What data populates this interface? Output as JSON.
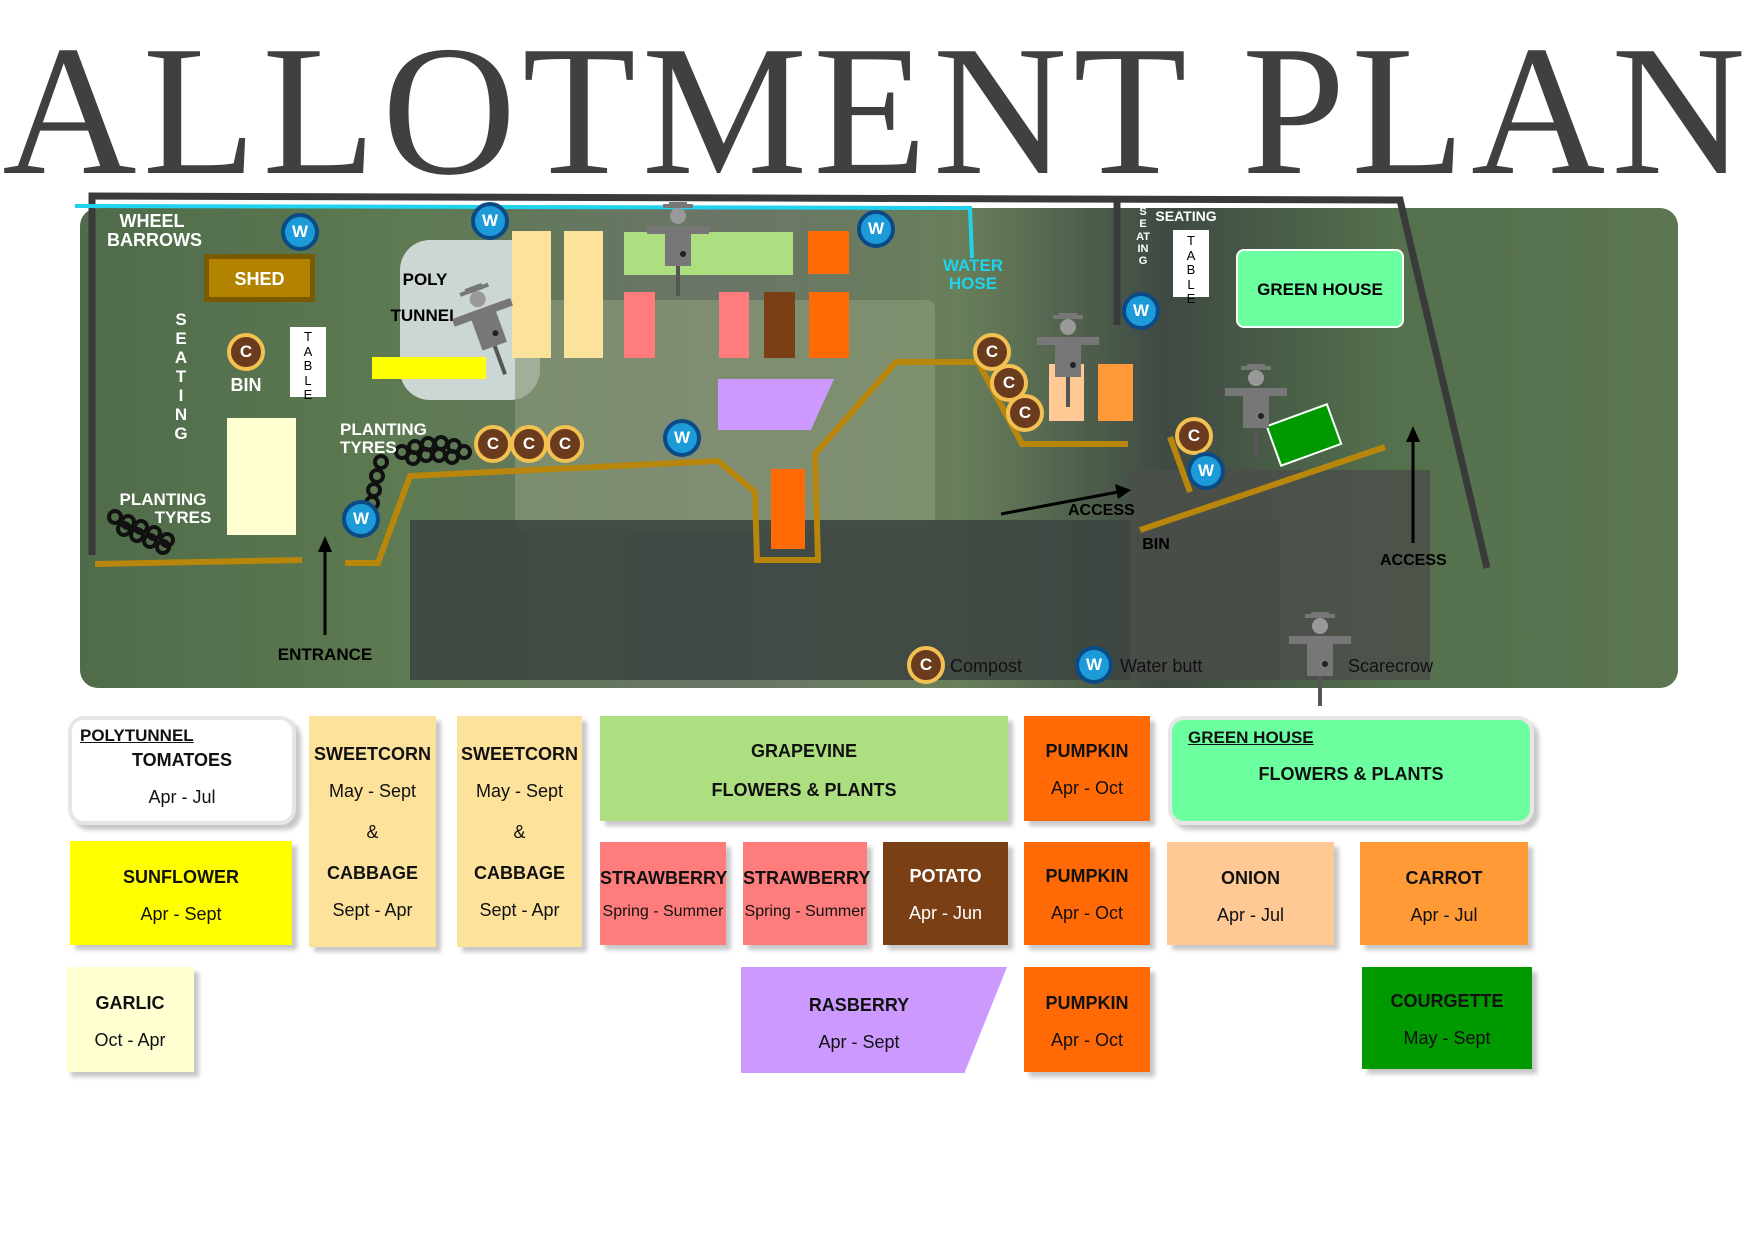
{
  "title": "ALLOTMENT PLAN",
  "map": {
    "labels": {
      "wheel_barrows_1": "WHEEL",
      "wheel_barrows_2": "BARROWS",
      "shed": "SHED",
      "seating_left": "SEATING",
      "bin_left": "BIN",
      "table_left": "TABLE",
      "poly_tunnel_1": "POLY",
      "poly_tunnel_2": "TUNNEL",
      "planting_tyres_mid_1": "PLANTING",
      "planting_tyres_mid_2": "TYRES",
      "planting_tyres_left_1": "PLANTING",
      "planting_tyres_left_2": "TYRES",
      "water_hose_1": "WATER",
      "water_hose_2": "HOSE",
      "seating_right_vertical": "SEATING",
      "seating_right": "SEATING",
      "table_right": "TABLE",
      "green_house": "GREEN HOUSE",
      "access_mid": "ACCESS",
      "bin_right": "BIN",
      "access_right": "ACCESS",
      "entrance": "ENTRANCE"
    },
    "compost_letter": "C",
    "water_letter": "W"
  },
  "legend": {
    "compost": "Compost",
    "water_butt": "Water butt",
    "scarecrow": "Scarecrow"
  },
  "cards": {
    "polytunnel": {
      "heading": "POLYTUNNEL",
      "name": "TOMATOES",
      "dates": "Apr - Jul"
    },
    "sweetcorn1": {
      "name": "SWEETCORN",
      "dates": "May - Sept",
      "amp": "&",
      "name2": "CABBAGE",
      "dates2": "Sept - Apr"
    },
    "sweetcorn2": {
      "name": "SWEETCORN",
      "dates": "May - Sept",
      "amp": "&",
      "name2": "CABBAGE",
      "dates2": "Sept - Apr"
    },
    "grapevine": {
      "name": "GRAPEVINE",
      "name2": "FLOWERS & PLANTS"
    },
    "pumpkin1": {
      "name": "PUMPKIN",
      "dates": "Apr - Oct"
    },
    "greenhouse": {
      "heading": "GREEN HOUSE",
      "name": "FLOWERS & PLANTS"
    },
    "sunflower": {
      "name": "SUNFLOWER",
      "dates": "Apr - Sept"
    },
    "strawberry1": {
      "name": "STRAWBERRY",
      "dates": "Spring - Summer"
    },
    "strawberry2": {
      "name": "STRAWBERRY",
      "dates": "Spring - Summer"
    },
    "potato": {
      "name": "POTATO",
      "dates": "Apr - Jun"
    },
    "pumpkin2": {
      "name": "PUMPKIN",
      "dates": "Apr - Oct"
    },
    "onion": {
      "name": "ONION",
      "dates": "Apr - Jul"
    },
    "carrot": {
      "name": "CARROT",
      "dates": "Apr - Jul"
    },
    "garlic": {
      "name": "GARLIC",
      "dates": "Oct - Apr"
    },
    "rasberry": {
      "name": "RASBERRY",
      "dates": "Apr - Sept"
    },
    "pumpkin3": {
      "name": "PUMPKIN",
      "dates": "Apr - Oct"
    },
    "courgette": {
      "name": "COURGETTE",
      "dates": "May - Sept"
    }
  },
  "colors": {
    "sweetcorn": "#fde29c",
    "grapevine": "#addf80",
    "pumpkin": "#ff6a06",
    "greenhouse": "#6bff9f",
    "sunflower": "#ffff00",
    "strawberry": "#ff7c7c",
    "potato": "#7b3f16",
    "onion": "#ffc996",
    "carrot": "#ff9a36",
    "garlic": "#ffffd2",
    "rasberry": "#cc99ff",
    "courgette": "#009900",
    "compost_fill": "#6b3b1e",
    "water_fill": "#1c9bd8",
    "hose": "#1fd3ee",
    "fence": "#3a3a3a",
    "path_edge": "#b8860b"
  },
  "icons": [
    "compost-marker-icon",
    "water-butt-icon",
    "scarecrow-icon",
    "arrow-icon",
    "tyre-icon"
  ]
}
